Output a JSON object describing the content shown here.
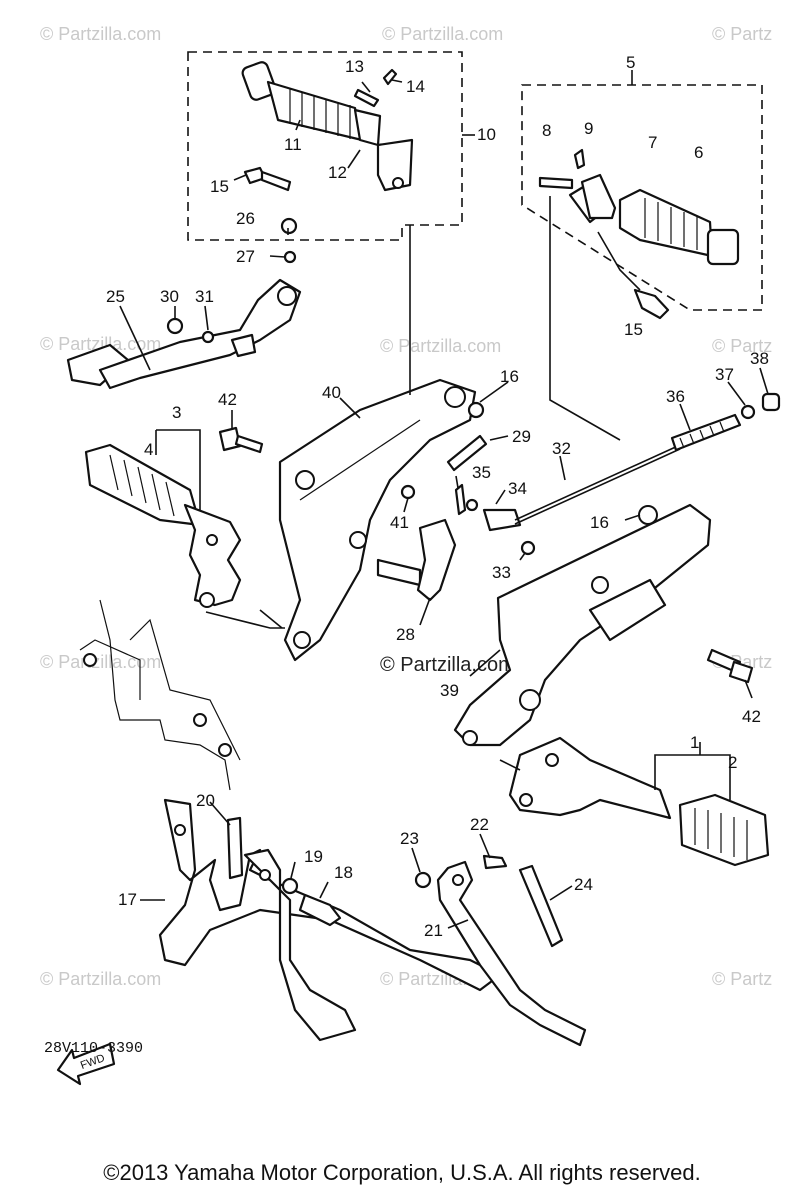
{
  "watermark": "© Partzilla.com",
  "watermark_partial": "© Partz",
  "center_watermark": "© Partzilla.com",
  "fwd_label": "FWD",
  "diagram_code": "28V110-3390",
  "copyright": "©2013  Yamaha Motor Corporation, U.S.A. All rights reserved.",
  "callouts": {
    "n1": "1",
    "n2": "2",
    "n3": "3",
    "n4": "4",
    "n5": "5",
    "n6": "6",
    "n7": "7",
    "n8": "8",
    "n9": "9",
    "n10": "10",
    "n11": "11",
    "n12": "12",
    "n13": "13",
    "n14": "14",
    "n15a": "15",
    "n15b": "15",
    "n16a": "16",
    "n16b": "16",
    "n17": "17",
    "n18": "18",
    "n19": "19",
    "n20": "20",
    "n21": "21",
    "n22": "22",
    "n23": "23",
    "n24": "24",
    "n25": "25",
    "n26": "26",
    "n27": "27",
    "n28": "28",
    "n29": "29",
    "n30": "30",
    "n31": "31",
    "n32": "32",
    "n33": "33",
    "n34": "34",
    "n35": "35",
    "n36": "36",
    "n37": "37",
    "n38": "38",
    "n39": "39",
    "n40": "40",
    "n41": "41",
    "n42a": "42",
    "n42b": "42"
  }
}
